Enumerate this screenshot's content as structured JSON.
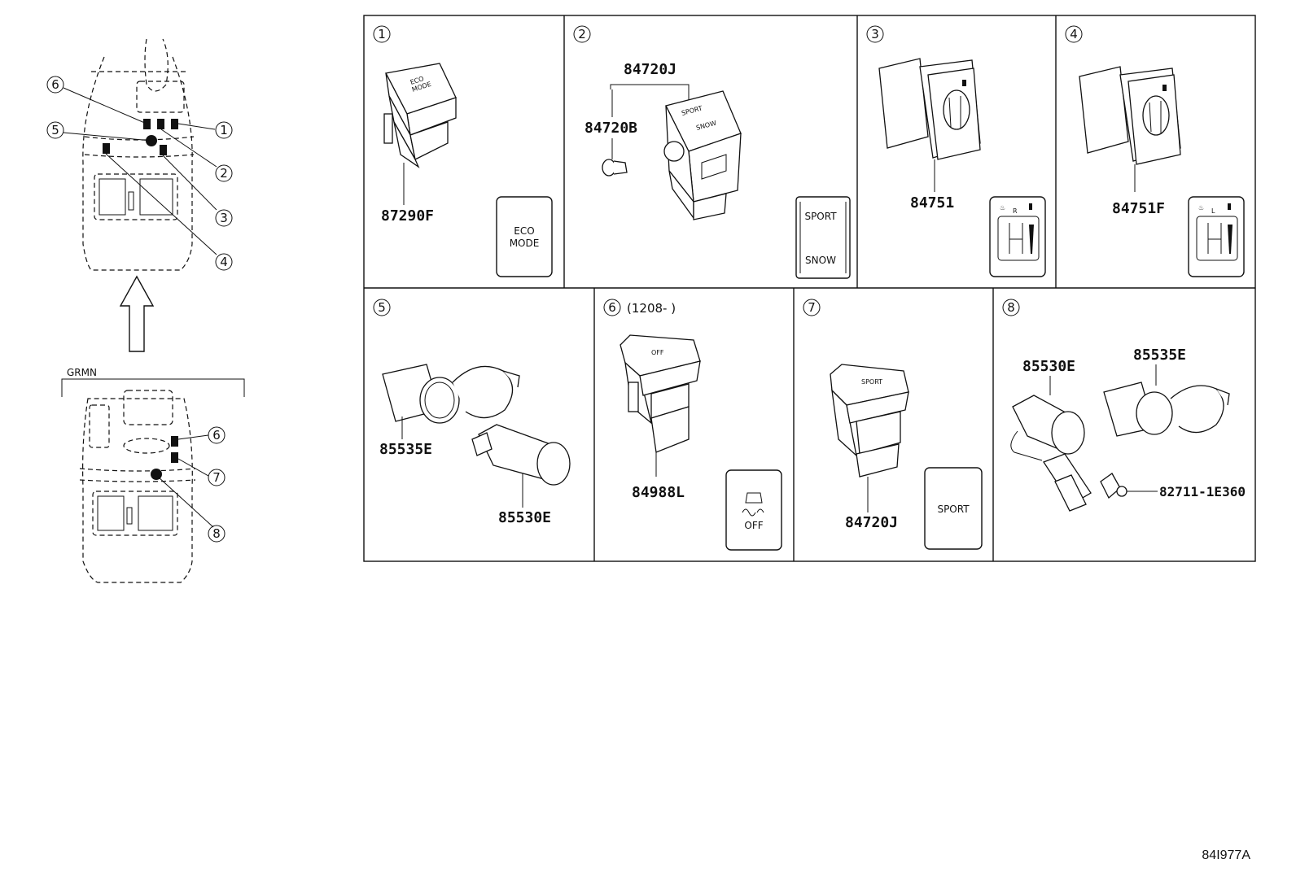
{
  "overview": {
    "callouts": [
      "1",
      "2",
      "3",
      "4",
      "5",
      "6"
    ],
    "grmn_label": "GRMN",
    "grmn_callouts": [
      "6",
      "7",
      "8"
    ]
  },
  "panels": [
    {
      "number": "1",
      "parts": [
        "87290F"
      ],
      "symbol_lines": [
        "ECO",
        "MODE"
      ],
      "face_lines": [
        "ECO",
        "MODE"
      ]
    },
    {
      "number": "2",
      "parts": [
        "84720J",
        "84720B"
      ],
      "symbol_lines": [
        "SPORT",
        "SNOW"
      ],
      "face_lines": [
        "SPORT",
        "SNOW"
      ]
    },
    {
      "number": "3",
      "parts": [
        "84751"
      ],
      "symbol_side": "R"
    },
    {
      "number": "4",
      "parts": [
        "84751F"
      ],
      "symbol_side": "L"
    },
    {
      "number": "5",
      "parts": [
        "85535E",
        "85530E"
      ]
    },
    {
      "number": "6",
      "note": "(1208-      )",
      "parts": [
        "84988L"
      ],
      "symbol_lines": [
        "OFF"
      ],
      "face_lines": [
        "OFF"
      ]
    },
    {
      "number": "7",
      "parts": [
        "84720J"
      ],
      "symbol_lines": [
        "SPORT"
      ],
      "face_lines": [
        "SPORT"
      ]
    },
    {
      "number": "8",
      "parts": [
        "85530E",
        "85535E",
        "82711-1E360"
      ]
    }
  ],
  "drawing_ref": "84I977A"
}
